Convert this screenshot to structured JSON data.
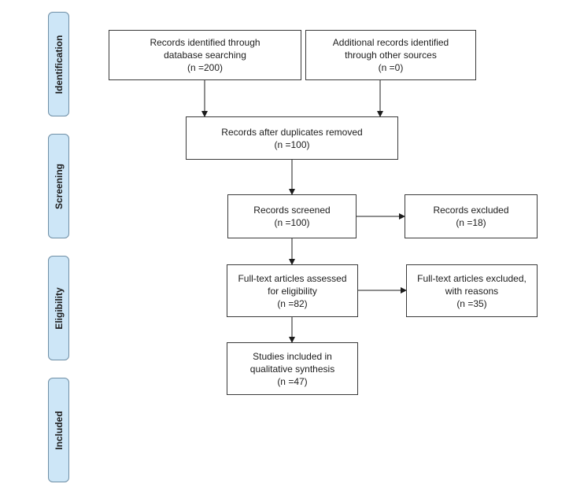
{
  "phases": {
    "identification": "Identification",
    "screening": "Screening",
    "eligibility": "Eligibility",
    "included": "Included"
  },
  "boxes": {
    "records_identified": "Records identified through\ndatabase searching\n(n =200)",
    "additional_records": "Additional records identified\nthrough other sources\n(n =0)",
    "after_duplicates": "Records after duplicates removed\n(n =100)",
    "records_screened": "Records screened\n(n =100)",
    "records_excluded": "Records excluded\n(n =18)",
    "fulltext_assessed": "Full-text articles assessed\nfor eligibility\n(n =82)",
    "fulltext_excluded": "Full-text articles excluded,\nwith reasons\n(n =35)",
    "studies_included": "Studies included in\nqualitative synthesis\n(n =47)"
  },
  "colors": {
    "phase_fill": "#cde6f7",
    "phase_border": "#6f8fa6",
    "box_border": "#3a3a3a",
    "arrow": "#1c1c1c"
  }
}
